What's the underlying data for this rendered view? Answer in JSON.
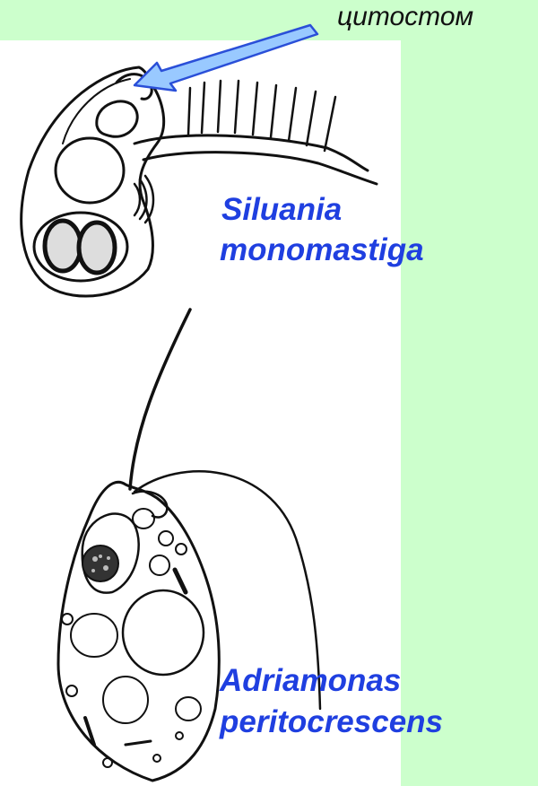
{
  "callout": {
    "text": "цитостом"
  },
  "organisms": [
    {
      "line1": "Siluania",
      "line2": "monomastiga"
    },
    {
      "line1": "Adriamonas",
      "line2": "peritocrescens"
    }
  ],
  "colors": {
    "background_panel": "#ccffcc",
    "label_text": "#1f3fe0",
    "arrow_fill": "#99c9ff",
    "arrow_stroke": "#2a4fd8"
  }
}
